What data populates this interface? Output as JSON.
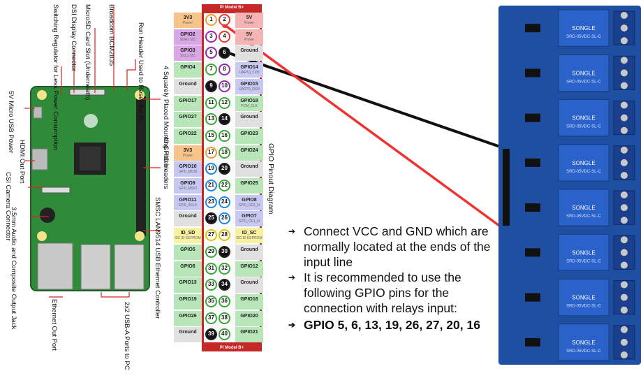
{
  "pi_labels": {
    "switching_regulator": "Switching Regulator for Less Power Consumption",
    "dsi_connector": "DSI Display Connector",
    "microsd": "MicroSD Card Slot (Underneath)",
    "broadcom": "Broadcom BCM2835",
    "run_header": "Run Header Used to Reset the Pi",
    "micro_usb": "5V Micro USB Power",
    "hdmi": "HDMI Out Port",
    "csi": "CSI Camera Connector",
    "audio": "3.5mm Audio and Composite Output Jack",
    "ethernet": "Ethernet Out Port",
    "usb": "2x2 USB-A Ports to PC",
    "smsc": "SMSC LAN9514 USB Ethernet Controller",
    "gpio_headers": "40 GPIO Headers",
    "mounting": "4 Squarely Placed Mounting Holes"
  },
  "pinout": {
    "header_title": "Pi Model B+",
    "footer_title": "Pi Model B+",
    "diagram_title": "GPIO Pinout Diagram",
    "rows": [
      {
        "l": "3V3",
        "ls": "Power",
        "a": "1",
        "b": "2",
        "r": "5V",
        "rs": "Power",
        "lc": "#f7c48a",
        "rc": "#f4b4b4",
        "ac": "orange",
        "bc": "red"
      },
      {
        "l": "GPIO2",
        "ls": "SDA1 I2C",
        "a": "3",
        "b": "4",
        "r": "5V",
        "rs": "Power",
        "lc": "#d9a7e6",
        "rc": "#f4b4b4",
        "ac": "purple",
        "bc": "red"
      },
      {
        "l": "GPIO3",
        "ls": "SCL1 I2C",
        "a": "5",
        "b": "6",
        "r": "Ground",
        "rs": "",
        "lc": "#d9a7e6",
        "rc": "#e0e0e0",
        "ac": "purple",
        "bc": "gnd"
      },
      {
        "l": "GPIO4",
        "ls": "",
        "a": "7",
        "b": "8",
        "r": "GPIO14",
        "rs": "UART0_TXD",
        "lc": "#b8e6b8",
        "rc": "#c7c9f2",
        "ac": "",
        "bc": "purple"
      },
      {
        "l": "Ground",
        "ls": "",
        "a": "9",
        "b": "10",
        "r": "GPIO15",
        "rs": "UART0_RXD",
        "lc": "#e0e0e0",
        "rc": "#c7c9f2",
        "ac": "gnd",
        "bc": "purple"
      },
      {
        "l": "GPIO17",
        "ls": "",
        "a": "11",
        "b": "12",
        "r": "GPIO18",
        "rs": "PCM_CLK",
        "lc": "#b8e6b8",
        "rc": "#b8e6b8",
        "ac": "",
        "bc": ""
      },
      {
        "l": "GPIO27",
        "ls": "",
        "a": "13",
        "b": "14",
        "r": "Ground",
        "rs": "",
        "lc": "#b8e6b8",
        "rc": "#e0e0e0",
        "ac": "",
        "bc": "gnd"
      },
      {
        "l": "GPIO22",
        "ls": "",
        "a": "15",
        "b": "16",
        "r": "GPIO23",
        "rs": "",
        "lc": "#b8e6b8",
        "rc": "#b8e6b8",
        "ac": "",
        "bc": ""
      },
      {
        "l": "3V3",
        "ls": "Power",
        "a": "17",
        "b": "18",
        "r": "GPIO24",
        "rs": "",
        "lc": "#f7c48a",
        "rc": "#b8e6b8",
        "ac": "orange",
        "bc": ""
      },
      {
        "l": "GPIO10",
        "ls": "SPI0_MOSI",
        "a": "19",
        "b": "20",
        "r": "Ground",
        "rs": "",
        "lc": "#c7c9f2",
        "rc": "#e0e0e0",
        "ac": "blue",
        "bc": "gnd"
      },
      {
        "l": "GPIO9",
        "ls": "SPI0_MISO",
        "a": "21",
        "b": "22",
        "r": "GPIO25",
        "rs": "",
        "lc": "#c7c9f2",
        "rc": "#b8e6b8",
        "ac": "blue",
        "bc": ""
      },
      {
        "l": "GPIO11",
        "ls": "SPI0_SCLK",
        "a": "23",
        "b": "24",
        "r": "GPIO8",
        "rs": "SPI0_CE0_N",
        "lc": "#c7c9f2",
        "rc": "#c7c9f2",
        "ac": "blue",
        "bc": "blue"
      },
      {
        "l": "Ground",
        "ls": "",
        "a": "25",
        "b": "26",
        "r": "GPIO7",
        "rs": "SPI0_CE1_N",
        "lc": "#e0e0e0",
        "rc": "#c7c9f2",
        "ac": "gnd",
        "bc": "blue"
      },
      {
        "l": "ID_SD",
        "ls": "I2C ID EEPROM",
        "a": "27",
        "b": "28",
        "r": "ID_SC",
        "rs": "I2C ID EEPROM",
        "lc": "#f7f1a0",
        "rc": "#f7f1a0",
        "ac": "yellow",
        "bc": "yellow"
      },
      {
        "l": "GPIO5",
        "ls": "",
        "a": "29",
        "b": "30",
        "r": "Ground",
        "rs": "",
        "lc": "#b8e6b8",
        "rc": "#e0e0e0",
        "ac": "",
        "bc": "gnd"
      },
      {
        "l": "GPIO6",
        "ls": "",
        "a": "31",
        "b": "32",
        "r": "GPIO12",
        "rs": "",
        "lc": "#b8e6b8",
        "rc": "#b8e6b8",
        "ac": "",
        "bc": ""
      },
      {
        "l": "GPIO13",
        "ls": "",
        "a": "33",
        "b": "34",
        "r": "Ground",
        "rs": "",
        "lc": "#b8e6b8",
        "rc": "#e0e0e0",
        "ac": "",
        "bc": "gnd"
      },
      {
        "l": "GPIO19",
        "ls": "",
        "a": "35",
        "b": "36",
        "r": "GPIO16",
        "rs": "",
        "lc": "#b8e6b8",
        "rc": "#b8e6b8",
        "ac": "",
        "bc": ""
      },
      {
        "l": "GPIO26",
        "ls": "",
        "a": "37",
        "b": "38",
        "r": "GPIO20",
        "rs": "",
        "lc": "#b8e6b8",
        "rc": "#b8e6b8",
        "ac": "",
        "bc": ""
      },
      {
        "l": "Ground",
        "ls": "",
        "a": "39",
        "b": "40",
        "r": "GPIO21",
        "rs": "",
        "lc": "#e0e0e0",
        "rc": "#b8e6b8",
        "ac": "gnd",
        "bc": ""
      }
    ]
  },
  "notes": {
    "bullet1": "Connect VCC and GND which are normally located at the ends of the input line",
    "bullet2": "It is recommended to use the following GPIO pins for the connection with relays input:",
    "bullet3": "GPIO 5, 6, 13, 19, 26, 27, 20, 16"
  },
  "relay_board": {
    "relay_text": "SONGLE",
    "relay_model": "SRD-05VDC-SL-C",
    "relay_count": 8
  }
}
